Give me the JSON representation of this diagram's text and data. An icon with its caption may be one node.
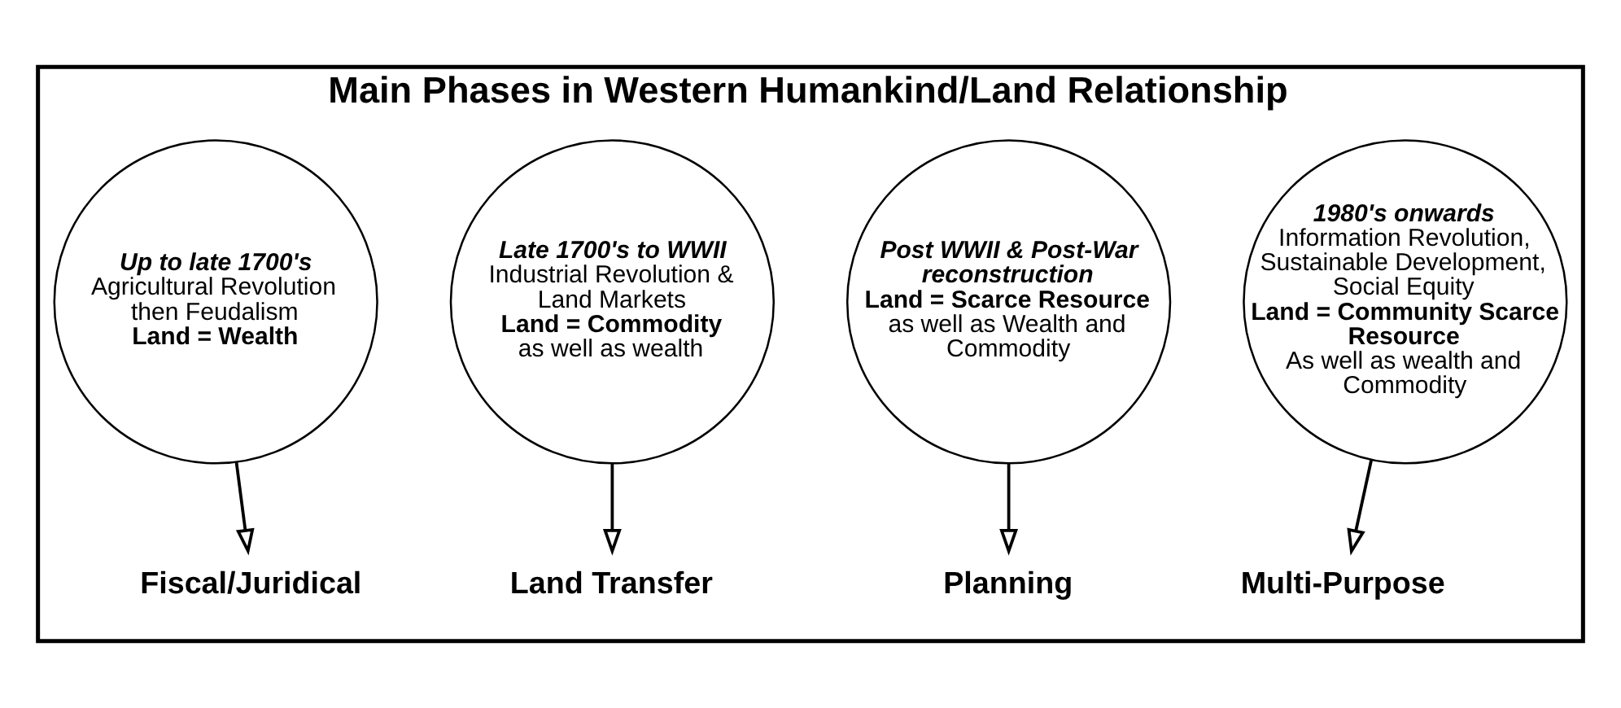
{
  "diagram": {
    "nodes": [
      {
        "text": [
          "Main Phases in Western Humankind/Land Relationship"
        ]
      },
      {
        "text": [
          "Up to late 1700's",
          "Agricultural Revolution then Feudalism",
          "Land = Wealth"
        ],
        "in": 0
      },
      {
        "text": [
          "Late 1700's to WWII",
          "Industrial Revolution & Land Markets",
          "Land = Commodity",
          "as well as wealth"
        ],
        "in": 0
      },
      {
        "text": [
          "Post WWII & Post-War reconstruction",
          "Land = Scarce Resource",
          "as well as Wealth and Commodity"
        ],
        "in": 0
      },
      {
        "text": [
          "1980's onwards",
          "Information Revolution, Sustainable Development, Social Equity",
          "Land = Community Scarce Resource",
          "As well as wealth and Commodity"
        ],
        "in": 0
      },
      {
        "text": [
          "Fiscal/Juridical"
        ],
        "in": 0
      },
      {
        "text": [
          "Land Transfer"
        ],
        "in": 0
      },
      {
        "text": [
          "Planning"
        ],
        "in": 0
      },
      {
        "text": [
          "Multi-Purpose"
        ],
        "in": 0
      }
    ],
    "edges": [
      {
        "from": 1,
        "to": 5,
        "arrow": "to"
      },
      {
        "from": 2,
        "to": 6,
        "arrow": "to"
      },
      {
        "from": 3,
        "to": 7,
        "arrow": "to"
      },
      {
        "from": 4,
        "to": 8,
        "arrow": "to"
      }
    ]
  }
}
